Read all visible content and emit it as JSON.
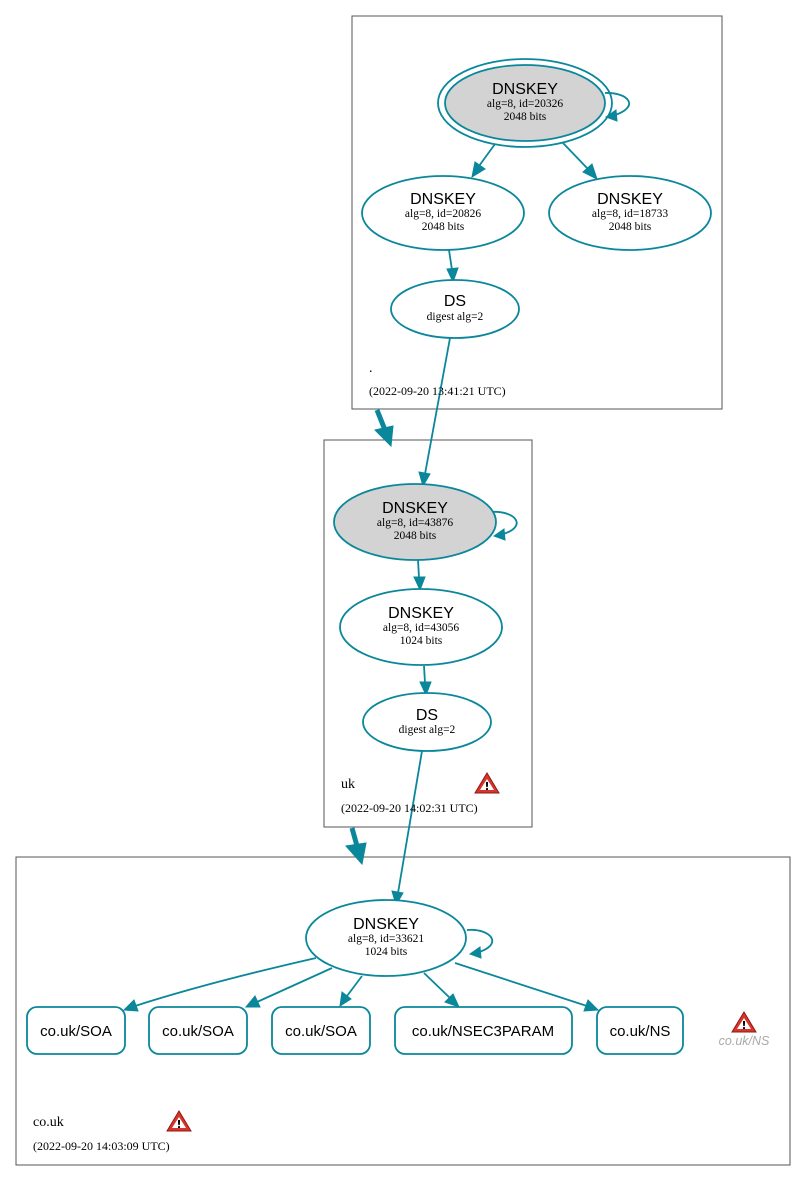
{
  "zones": {
    "root": {
      "name": ".",
      "timestamp": "(2022-09-20 13:41:21 UTC)"
    },
    "uk": {
      "name": "uk",
      "timestamp": "(2022-09-20 14:02:31 UTC)"
    },
    "couk": {
      "name": "co.uk",
      "timestamp": "(2022-09-20 14:03:09 UTC)"
    }
  },
  "nodes": {
    "root_ksk": {
      "title": "DNSKEY",
      "line1": "alg=8, id=20326",
      "line2": "2048 bits"
    },
    "root_zsk1": {
      "title": "DNSKEY",
      "line1": "alg=8, id=20826",
      "line2": "2048 bits"
    },
    "root_zsk2": {
      "title": "DNSKEY",
      "line1": "alg=8, id=18733",
      "line2": "2048 bits"
    },
    "root_ds": {
      "title": "DS",
      "line1": "digest alg=2"
    },
    "uk_ksk": {
      "title": "DNSKEY",
      "line1": "alg=8, id=43876",
      "line2": "2048 bits"
    },
    "uk_zsk": {
      "title": "DNSKEY",
      "line1": "alg=8, id=43056",
      "line2": "1024 bits"
    },
    "uk_ds": {
      "title": "DS",
      "line1": "digest alg=2"
    },
    "couk_key": {
      "title": "DNSKEY",
      "line1": "alg=8, id=33621",
      "line2": "1024 bits"
    }
  },
  "records": {
    "soa1": "co.uk/SOA",
    "soa2": "co.uk/SOA",
    "soa3": "co.uk/SOA",
    "nsec3param": "co.uk/NSEC3PARAM",
    "ns": "co.uk/NS",
    "ns_warning": "co.uk/NS"
  },
  "colors": {
    "edge": "#0a879a",
    "trust_anchor_fill": "#d3d3d3",
    "warning": "#d9342b"
  },
  "icons": {
    "warning": "warning-icon"
  }
}
